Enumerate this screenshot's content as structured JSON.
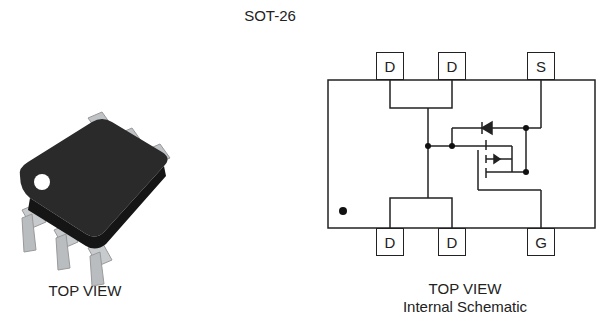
{
  "diagram": {
    "title": "SOT-26",
    "nodes": [
      {
        "text": [
          "D"
        ]
      },
      {
        "text": [
          "D"
        ]
      },
      {
        "text": [
          "S"
        ]
      },
      {
        "text": [
          "D"
        ]
      },
      {
        "text": [
          "D"
        ]
      },
      {
        "text": [
          "G"
        ]
      }
    ],
    "edges": [
      {
        "from": 0,
        "to": 1,
        "arrow": "none"
      },
      {
        "from": 3,
        "to": 4,
        "arrow": "none"
      }
    ],
    "labels": [
      "TOP VIEW",
      "TOP VIEW",
      "Internal Schematic"
    ]
  }
}
